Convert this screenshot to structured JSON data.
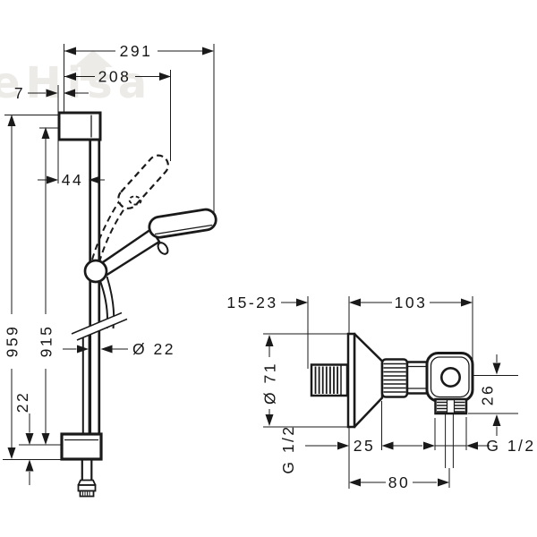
{
  "watermark": {
    "text": "eHisa"
  },
  "shower_set": {
    "overall_width": "291",
    "holder_width": "208",
    "top_offset": "7",
    "bar_distance": "44",
    "overall_height": "959",
    "bar_height": "915",
    "bottom_offset": "22",
    "bar_diameter": "Ø 22"
  },
  "valve": {
    "wall_range": "15-23",
    "body_depth": "103",
    "escutcheon_diameter": "Ø 71",
    "outlet_drop": "26",
    "escutcheon_depth": "25",
    "outlet_spacing": "80",
    "inlet_thread": "G 1/2",
    "outlet_thread": "G 1/2"
  },
  "colors": {
    "line": "#1a1a1a",
    "background": "#ffffff",
    "watermark": "#ecebe8"
  }
}
